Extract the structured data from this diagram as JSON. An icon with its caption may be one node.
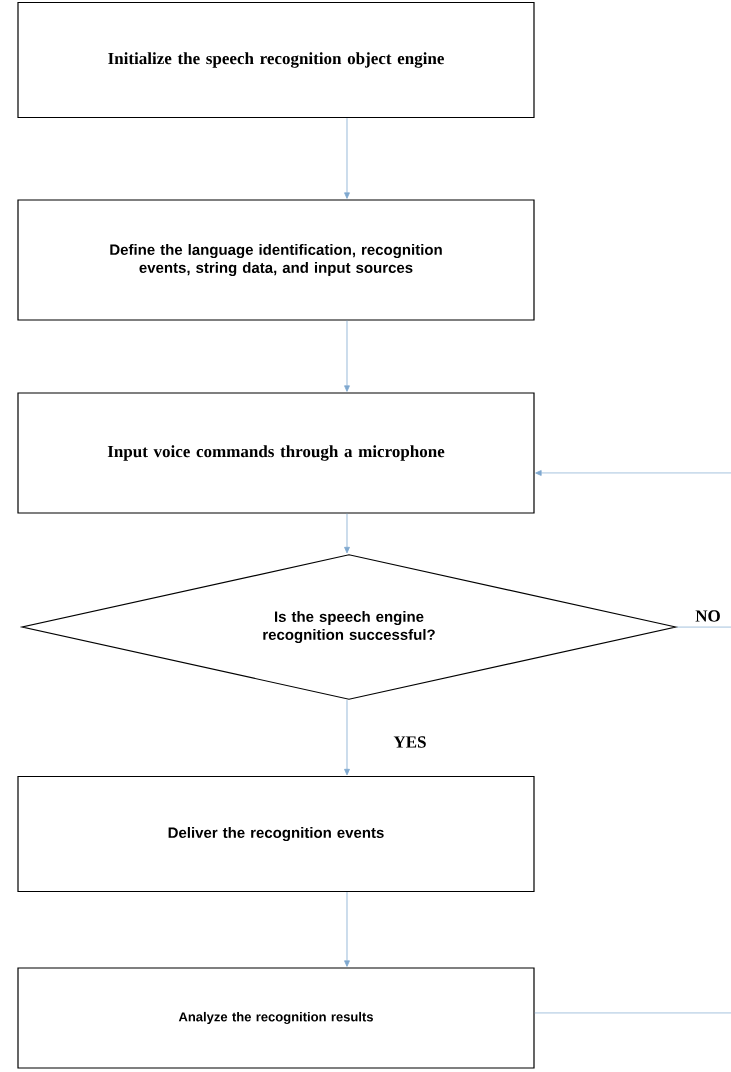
{
  "diagram": {
    "nodes": [
      {
        "text": [
          "Initialize the speech recognition object engine"
        ]
      },
      {
        "text": [
          "Define the language identification, recognition events, string data, and input sources"
        ]
      },
      {
        "text": [
          "Input voice commands through a microphone"
        ]
      },
      {
        "text": [
          "Is the speech engine recognition successful?"
        ]
      },
      {
        "text": [
          "Deliver the recognition events"
        ]
      },
      {
        "text": [
          "Analyze the recognition results"
        ]
      }
    ],
    "edges": [
      {
        "from": 0,
        "to": 1,
        "arrow": "to"
      },
      {
        "from": 1,
        "to": 2,
        "arrow": "to"
      },
      {
        "from": 2,
        "to": 3,
        "arrow": "to"
      },
      {
        "from": 3,
        "to": 4,
        "arrow": "to",
        "label": "YES"
      },
      {
        "from": 4,
        "to": 5,
        "arrow": "to"
      },
      {
        "from": null,
        "to": 2,
        "arrow": "to"
      },
      {
        "from": 3,
        "to": null,
        "arrow": "none",
        "label": "NO"
      },
      {
        "from": 5,
        "to": null,
        "arrow": "none"
      }
    ]
  }
}
